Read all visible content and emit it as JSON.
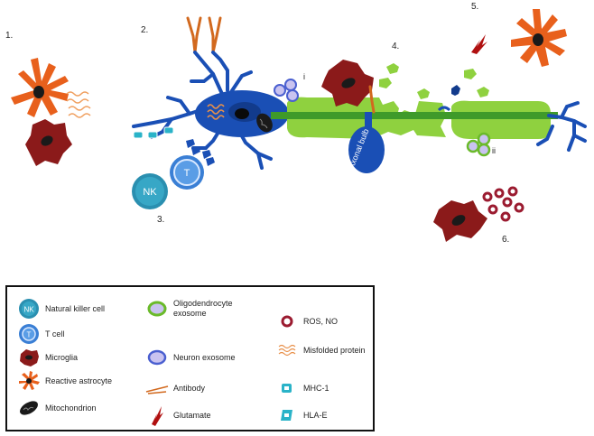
{
  "panels": {
    "n1": "1.",
    "n2": "2.",
    "n3": "3.",
    "n4": "4.",
    "n5": "5.",
    "n6": "6.",
    "roman_i": "i",
    "roman_ii": "ii"
  },
  "cells": {
    "nk": "NK",
    "t": "T",
    "axonal_bulb": "Axonal bulb"
  },
  "legend": {
    "natural_killer_cell": {
      "icon_text": "NK",
      "label": "Natural killer cell"
    },
    "t_cell": {
      "icon_text": "T",
      "label": "T cell"
    },
    "microglia": "Microglia",
    "reactive_astrocyte": "Reactive astrocyte",
    "mitochondrion": "Mitochondrion",
    "oligodendrocyte_exosome": "Oligodendrocyte exosome",
    "neuron_exosome": "Neuron exosome",
    "antibody": "Antibody",
    "glutamate": "Glutamate",
    "ros_no": "ROS, NO",
    "misfolded_protein": "Misfolded protein",
    "mhc1": "MHC-1",
    "hla_e": "HLA-E"
  },
  "colors": {
    "neuron": "#1a4fb5",
    "myelin": "#8fd13f",
    "myelin_dark": "#3f9a2a",
    "microglia": "#8b1a1a",
    "astrocyte": "#e8601c",
    "antibody": "#d2691e",
    "ros": "#9b1b30",
    "lymphocyte": "#3a7fd5",
    "nk": "#2a8fb0",
    "glutamate": "#b01010",
    "mhc": "#2ab3c8"
  }
}
